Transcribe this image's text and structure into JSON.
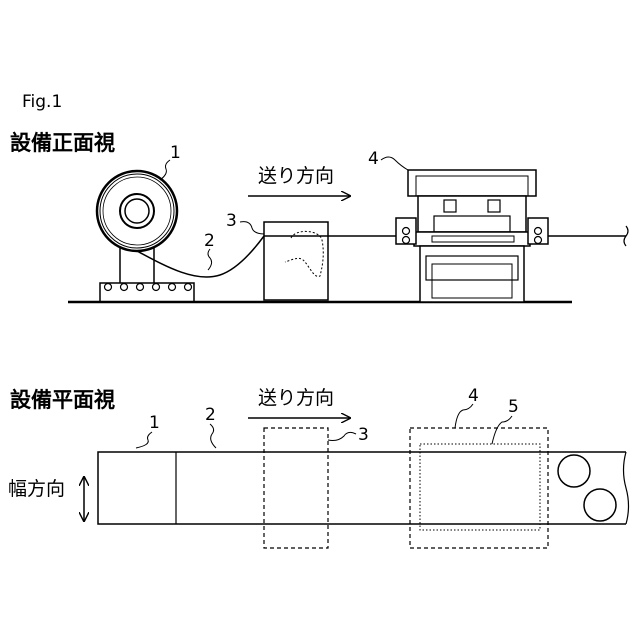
{
  "figure": {
    "label": "Fig.1"
  },
  "front_view": {
    "title": "設備正面視",
    "feed_direction": "送り方向",
    "refs": {
      "coil": "1",
      "strip": "2",
      "leveler": "3",
      "press": "4"
    }
  },
  "plan_view": {
    "title": "設備平面視",
    "feed_direction": "送り方向",
    "width_direction": "幅方向",
    "refs": {
      "coil": "1",
      "strip": "2",
      "leveler": "3",
      "press": "4",
      "die": "5"
    }
  }
}
